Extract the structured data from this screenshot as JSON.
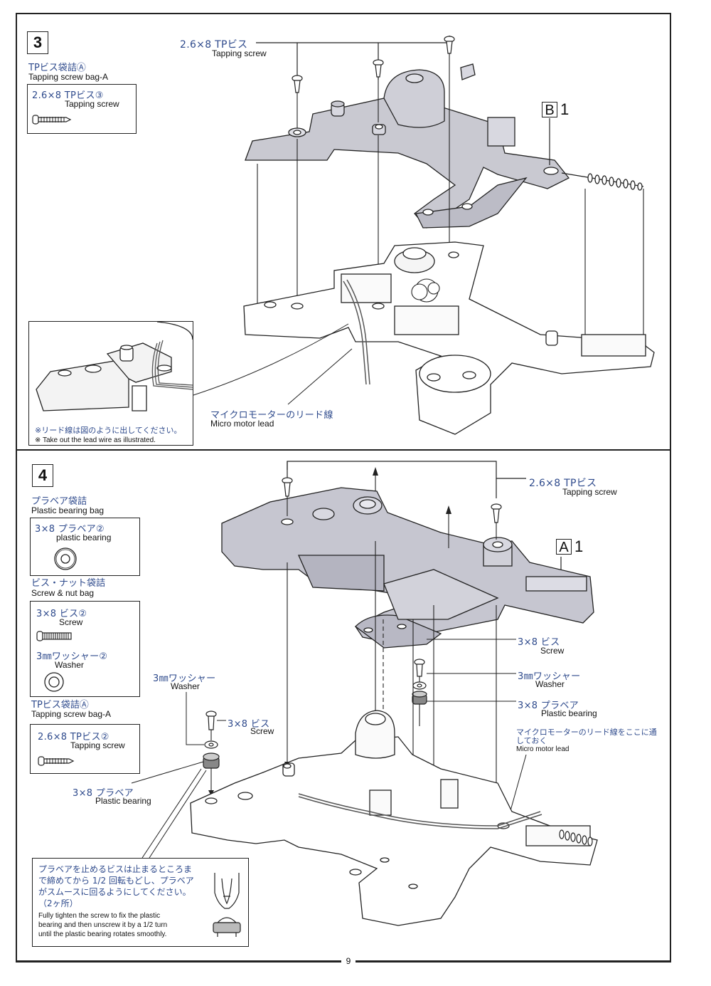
{
  "page": {
    "page_number": "9"
  },
  "step3": {
    "number": "3",
    "bag": {
      "title_jp": "TPビス袋詰Ⓐ",
      "title_en": "Tapping screw bag-A",
      "parts": [
        {
          "name_jp": "2.6×8 TPビス③",
          "name_en": "Tapping screw",
          "icon": "tapping-screw-icon"
        }
      ]
    },
    "callouts": {
      "screw_jp": "2.6×8 TPビス",
      "screw_en": "Tapping screw",
      "part_tag_letter": "B",
      "part_tag_number": "1",
      "lead_jp": "マイクロモーターのリード線",
      "lead_en": "Micro motor lead"
    },
    "inset_note": {
      "jp": "※リード線は図のように出してください。",
      "en": "※ Take out the lead wire as illustrated."
    }
  },
  "step4": {
    "number": "4",
    "bags": [
      {
        "title_jp": "プラベア袋詰",
        "title_en": "Plastic bearing bag",
        "parts": [
          {
            "name_jp": "3×8 プラベア②",
            "name_en": "plastic bearing",
            "icon": "plastic-bearing-icon"
          }
        ]
      },
      {
        "title_jp": "ビス・ナット袋詰",
        "title_en": "Screw & nut bag",
        "parts": [
          {
            "name_jp": "3×8 ビス②",
            "name_en": "Screw",
            "icon": "machine-screw-icon"
          },
          {
            "name_jp": "3㎜ワッシャー②",
            "name_en": "Washer",
            "icon": "washer-icon"
          }
        ]
      },
      {
        "title_jp": "TPビス袋詰Ⓐ",
        "title_en": "Tapping screw bag-A",
        "parts": [
          {
            "name_jp": "2.6×8 TPビス②",
            "name_en": "Tapping screw",
            "icon": "tapping-screw-icon"
          }
        ]
      }
    ],
    "callouts": {
      "tp_screw_jp": "2.6×8 TPビス",
      "tp_screw_en": "Tapping screw",
      "part_tag_letter": "A",
      "part_tag_number": "1",
      "right_screw_jp": "3×8 ビス",
      "right_screw_en": "Screw",
      "right_washer_jp": "3㎜ワッシャー",
      "right_washer_en": "Washer",
      "right_bearing_jp": "3×8 プラベア",
      "right_bearing_en": "Plastic bearing",
      "lead_jp_line1": "マイクロモーターのリード線をここに通",
      "lead_jp_line2": "しておく",
      "lead_en": "Micro motor lead",
      "left_washer_jp": "3㎜ワッシャー",
      "left_washer_en": "Washer",
      "left_screw_jp": "3×8 ビス",
      "left_screw_en": "Screw",
      "left_bearing_jp": "3×8 プラベア",
      "left_bearing_en": "Plastic bearing"
    },
    "tip_note": {
      "jp_lines": [
        "プラベアを止めるビスは止まるところま",
        "で締めてから 1/2 回転もどし、プラベア",
        "がスムースに回るようにしてください。",
        "（2ヶ所）"
      ],
      "en_lines": [
        "Fully tighten the screw to fix the plastic",
        "bearing and then unscrew it by a 1/2 turn",
        "until the plastic bearing rotates smoothly."
      ]
    }
  }
}
